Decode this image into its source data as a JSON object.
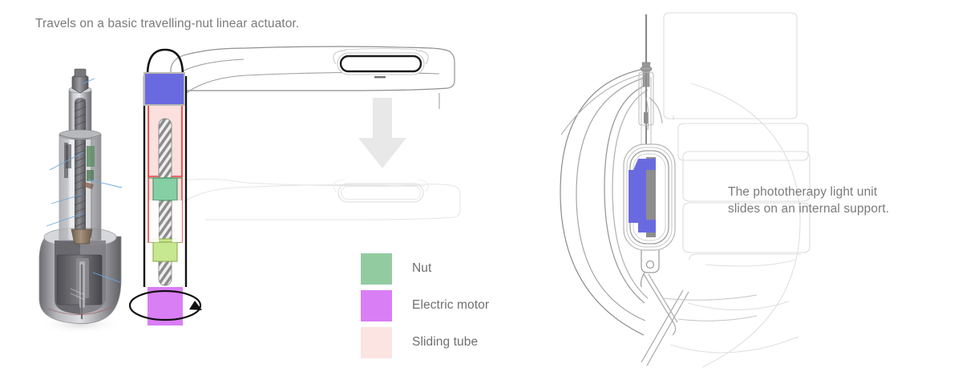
{
  "page": {
    "title_caption": "Travels on a basic travelling-nut linear actuator.",
    "right_caption": "The phototherapy light unit\nslides on an internal support.",
    "background_color": "#ffffff",
    "text_color": "#7b7b7b"
  },
  "legend": {
    "items": [
      {
        "label": "Nut",
        "color": "#93cba1"
      },
      {
        "label": "Electric motor",
        "color": "#da7ef5"
      },
      {
        "label": "Sliding tube",
        "color": "#fbe4e2"
      }
    ]
  },
  "left_render": {
    "name": "linear actuator cutaway render",
    "description": "Grayscale 3D CAD cutaway of a travelling-nut linear actuator with threaded lead screw and bulbous base housing",
    "body_color": "#9b9ba0",
    "glass_color": "#c9cacf",
    "screw_color": "#6f6f72",
    "nut_color": "#8d7a6a",
    "callout_color": "#6aa9dd"
  },
  "schematic": {
    "name": "travelling nut actuator schematic",
    "parts": {
      "cable_loop_color": "#111111",
      "light_unit_color": "#6a6ae0",
      "light_unit_edge": "#b9b9b4",
      "sliding_tube_fill": "#fbe0de",
      "sliding_tube_stroke": "#ee3b3b",
      "nut_upper_color": "#86cfa4",
      "nut_lower_color": "#c7e890",
      "motor_color": "#da7ef5",
      "lead_screw_color": "#9a9a9a",
      "rail_color": "#111111"
    },
    "rotation_arrow": "rotation-ellipse-arrow"
  },
  "arm_top": {
    "name": "phototherapy arm upper position",
    "stroke": "#9a9a9a",
    "slot_stroke": "#1b1b1b"
  },
  "arm_bottom": {
    "name": "phototherapy arm lower ghost position",
    "stroke": "#e4e4e4",
    "slot_stroke": "#dcdcdc"
  },
  "motion_arrow": {
    "name": "downward motion arrow",
    "color": "#e8e8e8",
    "direction": "down"
  },
  "incubator": {
    "name": "incubator canopy cutaway",
    "outline_color": "#b9b9b9",
    "dome_color": "#7a7a7a",
    "light_unit_color": "#6a6ae0",
    "support_rail_color": "#8d8d8d",
    "rod_color": "#8a8a8a"
  }
}
